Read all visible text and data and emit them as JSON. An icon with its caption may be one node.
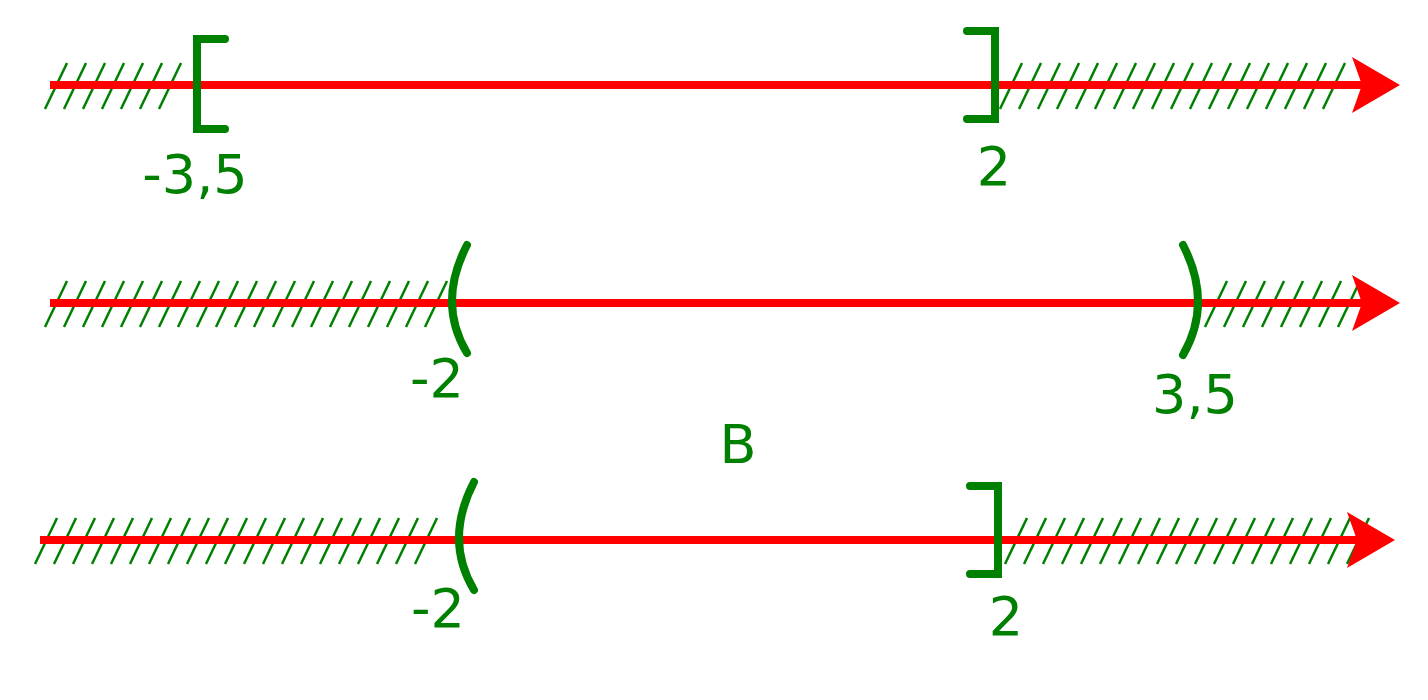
{
  "diagram": {
    "labels": [
      "-3,5",
      "2",
      "-2",
      "3,5",
      "B",
      "-2",
      "2"
    ]
  }
}
